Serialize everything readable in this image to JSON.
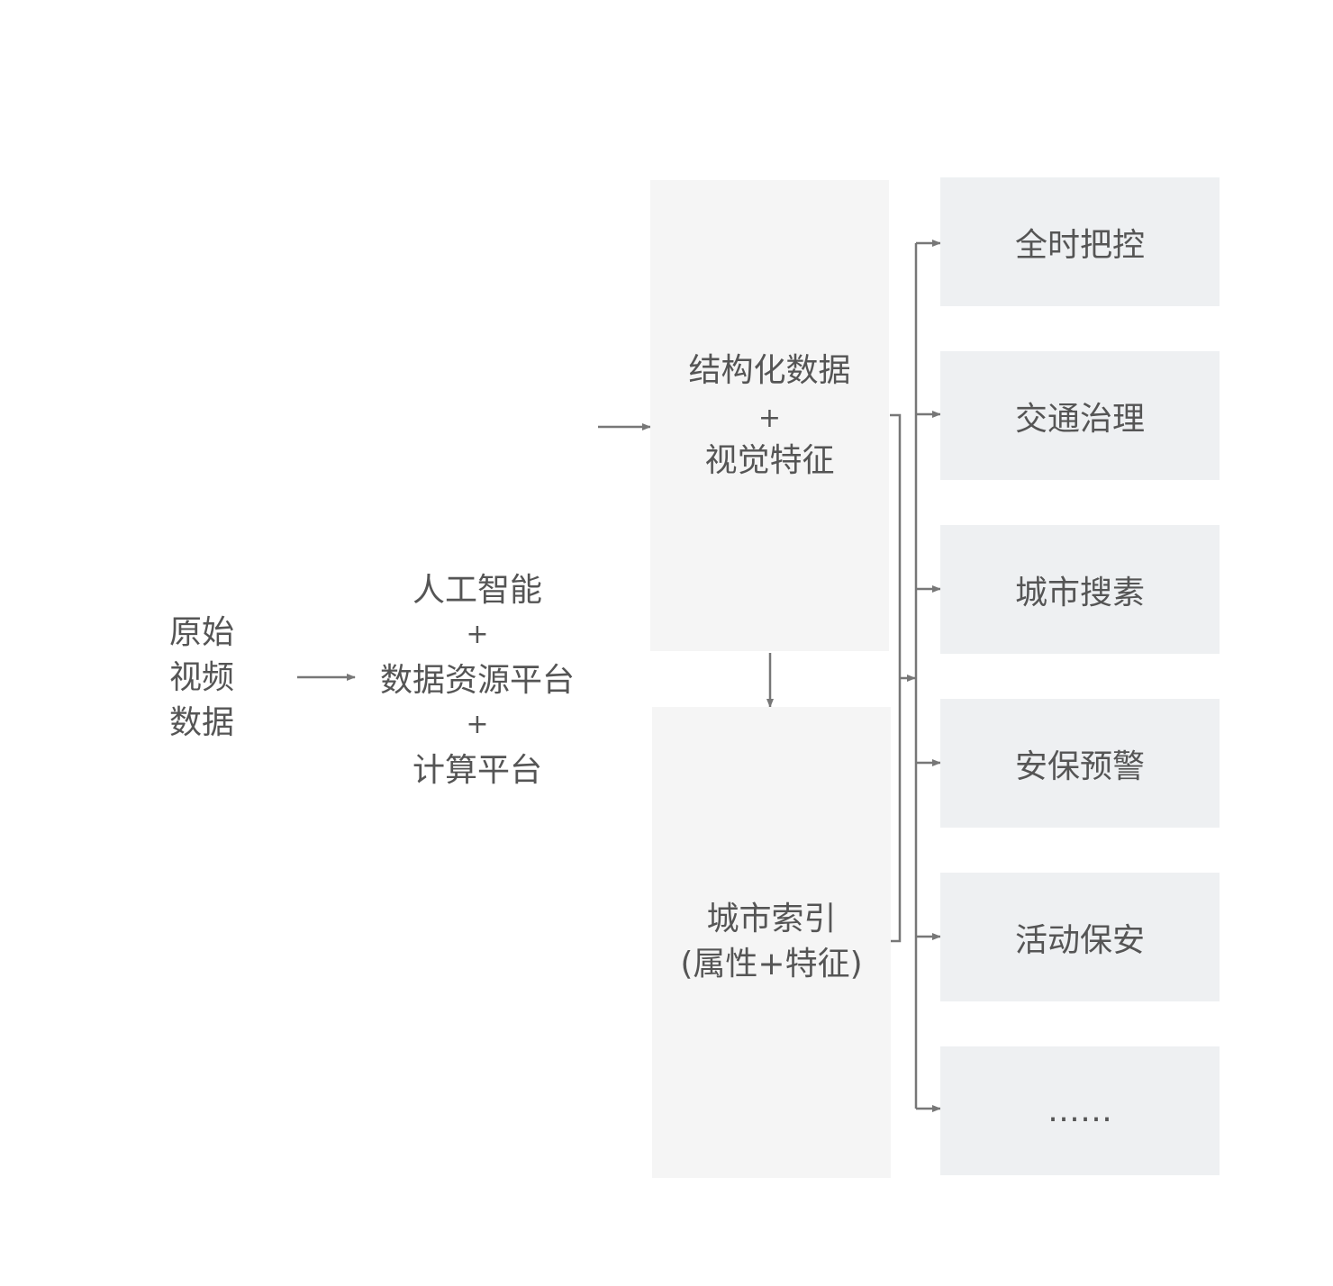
{
  "source": {
    "lines": [
      "原始",
      "视频",
      "数据"
    ]
  },
  "platform": {
    "lines": [
      "人工智能",
      "+",
      "数据资源平台",
      "+",
      "计算平台"
    ]
  },
  "structured": {
    "lines": [
      "结构化数据",
      "+",
      "视觉特征"
    ]
  },
  "index": {
    "lines": [
      "城市索引",
      "(属性+特征)"
    ]
  },
  "applications": [
    {
      "label": "全时把控"
    },
    {
      "label": "交通治理"
    },
    {
      "label": "城市搜素"
    },
    {
      "label": "安保预警"
    },
    {
      "label": "活动保安"
    },
    {
      "label": "……"
    }
  ],
  "colors": {
    "text": "#555555",
    "line": "#777777",
    "panel": "#f5f5f5",
    "card": "#eef0f2"
  }
}
